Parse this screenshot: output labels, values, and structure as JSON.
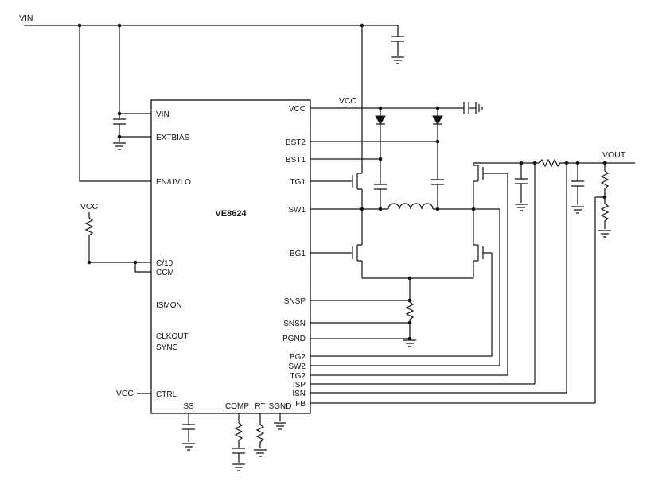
{
  "diagram": {
    "chip": {
      "name": "VE8624"
    },
    "net_labels": {
      "vin": "VIN",
      "vcc_rail": "VCC",
      "vcc_bias": "VCC",
      "vcc_ctrl": "VCC",
      "vout": "VOUT"
    },
    "pins": {
      "left": [
        {
          "label": "VIN"
        },
        {
          "label": "EXTBIAS"
        },
        {
          "label": "EN/UVLO"
        },
        {
          "label": "C/10"
        },
        {
          "label": "CCM"
        },
        {
          "label": "ISMON"
        },
        {
          "label": "CLKOUT"
        },
        {
          "label": "SYNC"
        },
        {
          "label": "CTRL"
        }
      ],
      "right": [
        {
          "label": "VCC"
        },
        {
          "label": "BST2"
        },
        {
          "label": "BST1"
        },
        {
          "label": "TG1"
        },
        {
          "label": "SW1"
        },
        {
          "label": "BG1"
        },
        {
          "label": "SNSP"
        },
        {
          "label": "SNSN"
        },
        {
          "label": "PGND"
        },
        {
          "label": "BG2"
        },
        {
          "label": "SW2"
        },
        {
          "label": "TG2"
        },
        {
          "label": "ISP"
        },
        {
          "label": "ISN"
        },
        {
          "label": "FB"
        }
      ],
      "bottom": [
        {
          "label": "SS"
        },
        {
          "label": "COMP"
        },
        {
          "label": "RT"
        },
        {
          "label": "SGND"
        }
      ]
    },
    "colors": {
      "line": "#111111",
      "background": "#ffffff"
    }
  }
}
